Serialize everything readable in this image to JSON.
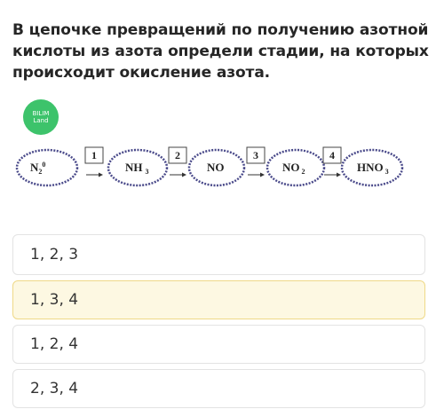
{
  "question": {
    "line1": "В цепочке превращений по получению азотной",
    "line2": "кислоты из азота определи стадии, на которых",
    "line3": "происходит окисление азота."
  },
  "logo": {
    "line1": "BILIM",
    "line2": "Land"
  },
  "chain": {
    "n2": {
      "main": "N",
      "sub": "2",
      "sup": "0"
    },
    "nh3": {
      "main": "NH",
      "sub": "3"
    },
    "no": {
      "main": "NO"
    },
    "no2": {
      "main": "NO",
      "sub": "2"
    },
    "hno3": {
      "main": "HNO",
      "sub": "3"
    },
    "steps": [
      "1",
      "2",
      "3",
      "4"
    ]
  },
  "options": [
    {
      "label": "1, 2, 3",
      "selected": false
    },
    {
      "label": "1, 3, 4",
      "selected": true
    },
    {
      "label": "1, 2, 4",
      "selected": false
    },
    {
      "label": "2, 3, 4",
      "selected": false
    }
  ],
  "colors": {
    "selected_bg": "#fdf8e2",
    "selected_border": "#efd988",
    "logo": "#3dc36b",
    "ellipse_stroke": "#4a4a8a"
  }
}
